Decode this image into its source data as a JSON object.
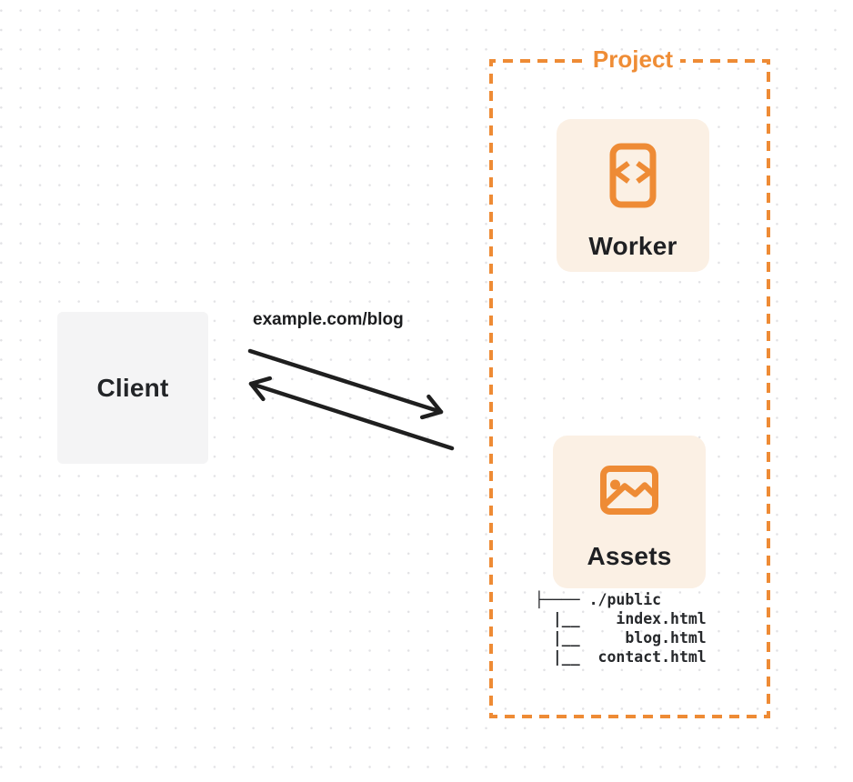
{
  "canvas": {
    "background_color": "#ffffff",
    "dot_color": "#e2e2e5"
  },
  "client": {
    "label": "Client"
  },
  "request": {
    "url_label": "example.com/blog",
    "arrows": {
      "color": "#1f1f1f",
      "direction": "bidirectional",
      "style": "open-chevron"
    }
  },
  "project": {
    "label": "Project",
    "accent_color": "#ee8b35",
    "card_bg_color": "#fbf0e4",
    "worker": {
      "label": "Worker",
      "icon": "code-document-icon"
    },
    "assets": {
      "label": "Assets",
      "icon": "image-icon",
      "file_tree_lines": [
        "├──── ./public",
        "  |__    index.html",
        "  |__     blog.html",
        "  |__  contact.html"
      ]
    }
  }
}
